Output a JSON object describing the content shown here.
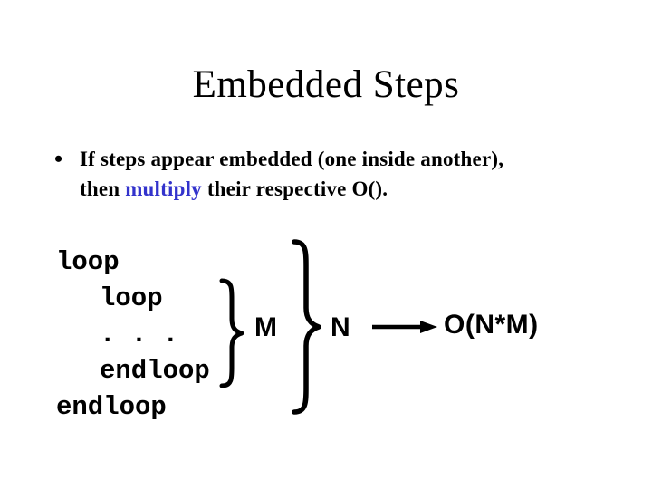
{
  "slide": {
    "title": "Embedded Steps",
    "bullet": {
      "marker": "•",
      "line1": "If steps appear embedded (one inside another),",
      "line2_pre": "then ",
      "line2_highlight": "multiply",
      "line2_post": " their respective O()."
    },
    "code": {
      "lines": [
        "loop",
        "loop",
        ". . .",
        "endloop",
        "endloop"
      ]
    },
    "labels": {
      "inner_count": "M",
      "outer_count": "N",
      "result": "O(N*M)"
    },
    "colors": {
      "highlight_blue": "#3333CC",
      "text": "#000000",
      "background": "#FFFFFF"
    }
  }
}
